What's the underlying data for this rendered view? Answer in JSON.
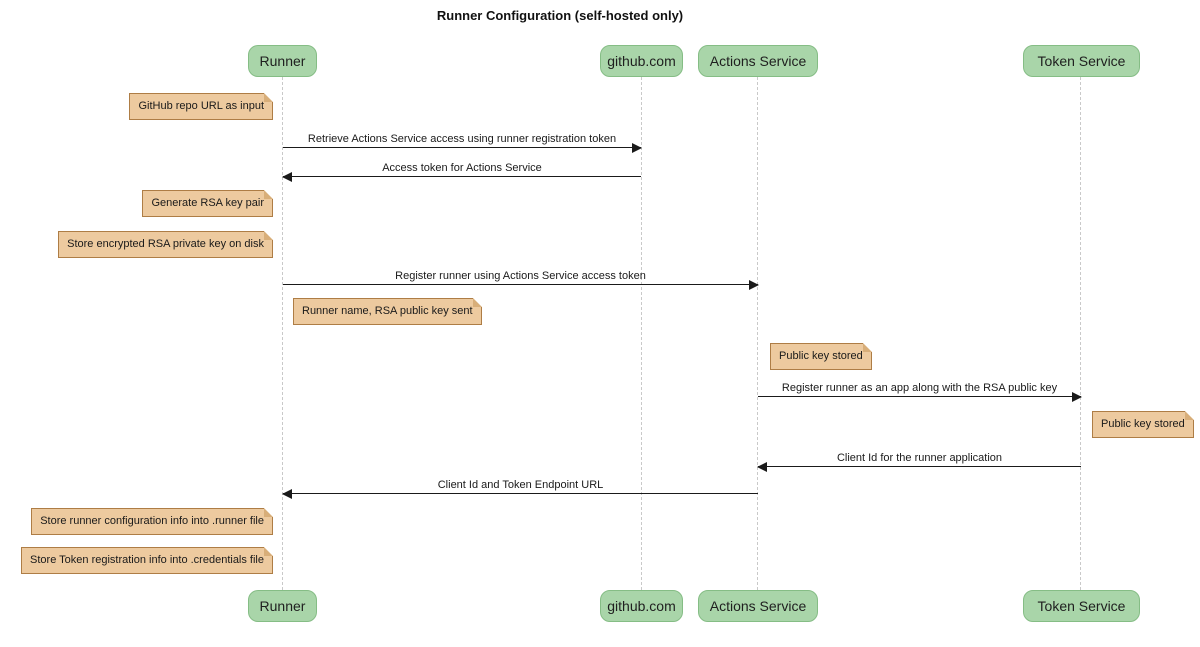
{
  "diagram": {
    "type": "sequence",
    "title": "Runner Configuration (self-hosted only)"
  },
  "participants": [
    {
      "id": "runner",
      "label": "Runner"
    },
    {
      "id": "github",
      "label": "github.com"
    },
    {
      "id": "actions-service",
      "label": "Actions Service"
    },
    {
      "id": "token-service",
      "label": "Token Service"
    }
  ],
  "messages": [
    {
      "from": "Runner",
      "to": "github.com",
      "text": "Retrieve Actions Service access using runner registration token"
    },
    {
      "from": "github.com",
      "to": "Runner",
      "text": "Access token for Actions Service"
    },
    {
      "from": "Runner",
      "to": "Actions Service",
      "text": "Register runner using Actions Service access token"
    },
    {
      "from": "Actions Service",
      "to": "Token Service",
      "text": "Register runner as an app along with the RSA public key"
    },
    {
      "from": "Token Service",
      "to": "Actions Service",
      "text": "Client Id for the runner application"
    },
    {
      "from": "Actions Service",
      "to": "Runner",
      "text": "Client Id and Token Endpoint URL"
    }
  ],
  "notes": [
    {
      "text": "GitHub repo URL as input",
      "position": "left of Runner"
    },
    {
      "text": "Generate RSA key pair",
      "position": "left of Runner"
    },
    {
      "text": "Store encrypted RSA private key on disk",
      "position": "left of Runner"
    },
    {
      "text": "Runner name, RSA public key sent",
      "position": "right of Runner"
    },
    {
      "text": "Public key stored",
      "position": "right of Actions Service"
    },
    {
      "text": "Public key stored",
      "position": "right of Token Service"
    },
    {
      "text": "Store runner configuration info into .runner file",
      "position": "left of Runner"
    },
    {
      "text": "Store Token registration info into .credentials file",
      "position": "left of Runner"
    }
  ],
  "colors": {
    "background": "#ffffff",
    "participant_fill": "#a9d5a9",
    "participant_border": "#85bd85",
    "note_fill": "#edca9f",
    "note_border": "#ae7d45",
    "note_fold": "#d8ae79",
    "lifeline": "#c9c9c9",
    "arrow": "#1a1a1a"
  }
}
